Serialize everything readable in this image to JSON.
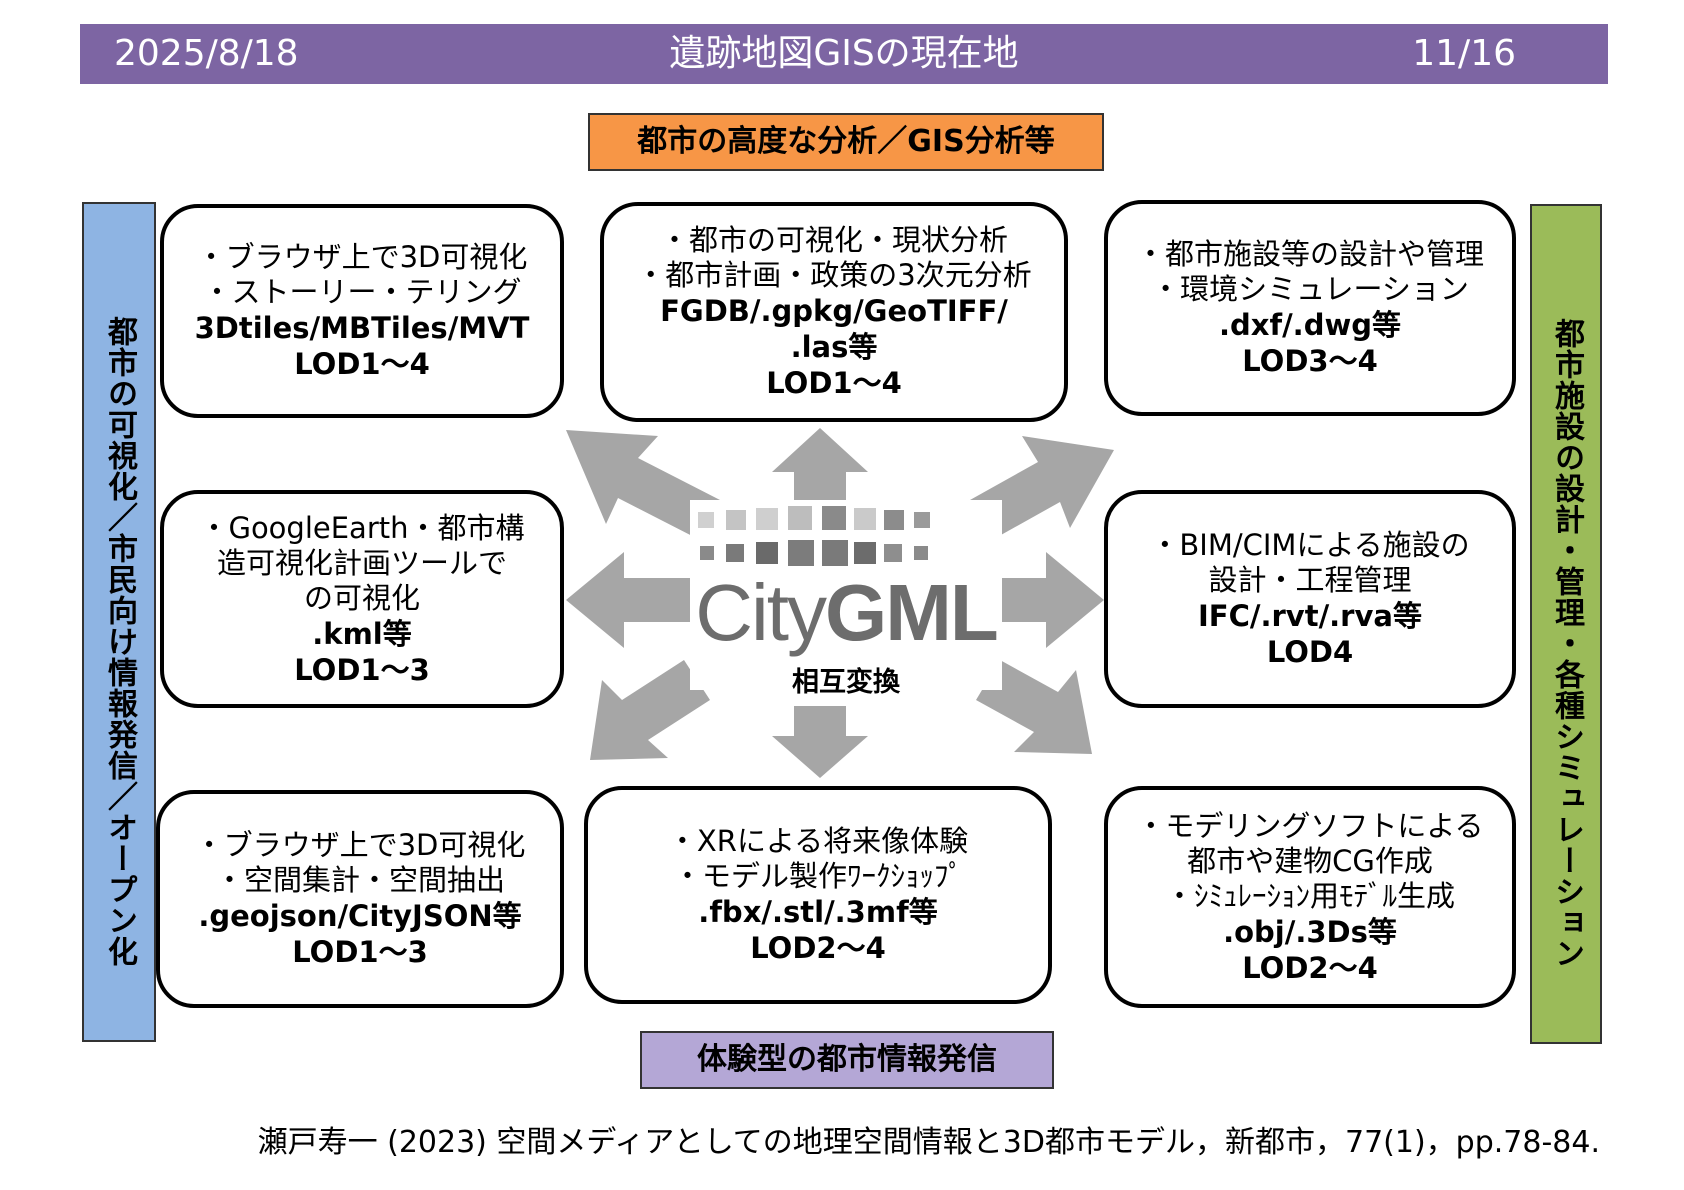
{
  "header": {
    "date": "2025/8/18",
    "title": "遺跡地図GISの現在地",
    "page": "11/16",
    "bg_color": "#7d65a3"
  },
  "top_label": {
    "text": "都市の高度な分析／GIS分析等",
    "color": "#f79646"
  },
  "bottom_label": {
    "text": "体験型の都市情報発信",
    "color": "#b4a7d6"
  },
  "left_label": {
    "text": "都市の可視化／市民向け情報発信／オープン化",
    "color": "#8eb4e3"
  },
  "right_label": {
    "text": "都市施設の設計・管理・各種シミュレーション",
    "color": "#9bbb59"
  },
  "center": {
    "logo_text_light": "City",
    "logo_text_bold": "GML",
    "caption": "相互変換"
  },
  "boxes": {
    "top_left": {
      "lines": [
        "・ブラウザ上で3D可視化",
        "・ストーリー・テリング"
      ],
      "formats": [
        "3Dtiles/MBTiles/MVT",
        "LOD1～4"
      ]
    },
    "top_center": {
      "lines": [
        "・都市の可視化・現状分析",
        "・都市計画・政策の3次元分析"
      ],
      "formats": [
        "FGDB/.gpkg/GeoTIFF/",
        ".las等",
        "LOD1～4"
      ]
    },
    "top_right": {
      "lines": [
        "・都市施設等の設計や管理",
        "・環境シミュレーション"
      ],
      "formats": [
        ".dxf/.dwg等",
        "LOD3～4"
      ]
    },
    "mid_left": {
      "lines": [
        "・GoogleEarth・都市構",
        "造可視化計画ツールで",
        "の可視化"
      ],
      "formats": [
        ".kml等",
        "LOD1～3"
      ]
    },
    "mid_right": {
      "lines": [
        "・BIM/CIMによる施設の",
        "設計・工程管理"
      ],
      "formats": [
        "IFC/.rvt/.rva等",
        "LOD4"
      ]
    },
    "bottom_left": {
      "lines": [
        "・ブラウザ上で3D可視化",
        "・空間集計・空間抽出"
      ],
      "formats": [
        ".geojson/CityJSON等",
        "LOD1～3"
      ]
    },
    "bottom_center": {
      "lines": [
        "・XRによる将来像体験",
        "・モデル製作ﾜｰｸｼｮｯﾌﾟ"
      ],
      "formats": [
        ".fbx/.stl/.3mf等",
        "LOD2～4"
      ]
    },
    "bottom_right": {
      "lines": [
        "・モデリングソフトによる",
        "都市や建物CG作成",
        "・ｼﾐｭﾚｰｼｮﾝ用ﾓﾃﾞﾙ生成"
      ],
      "formats": [
        ".obj/.3Ds等",
        "LOD2～4"
      ]
    }
  },
  "citation": "瀬戸寿一 (2023) 空間メディアとしての地理空間情報と3D都市モデル，新都市，77(1)，pp.78-84."
}
